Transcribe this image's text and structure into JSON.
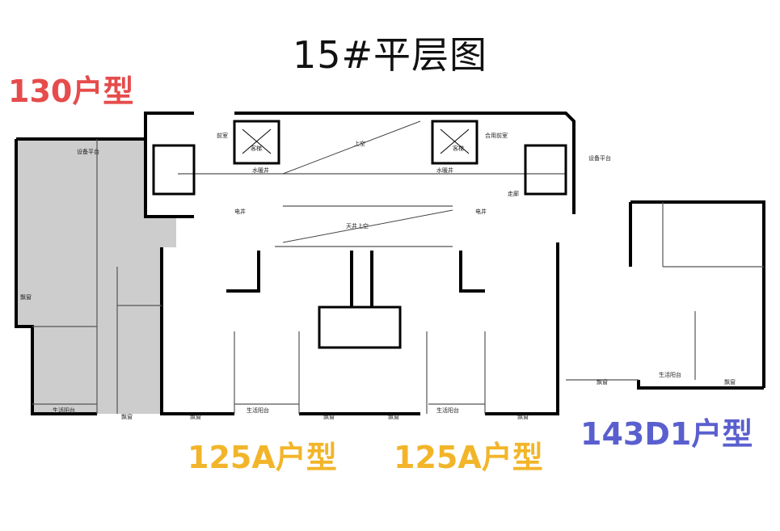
{
  "title": "15#平层图",
  "units": [
    {
      "id": "unit-130",
      "label": "130户型",
      "color": "#e64c4c"
    },
    {
      "id": "unit-125a-left",
      "label": "125A户型",
      "color": "#f2b52a"
    },
    {
      "id": "unit-125a-right",
      "label": "125A户型",
      "color": "#f2b52a"
    },
    {
      "id": "unit-143d1",
      "label": "143D1户型",
      "color": "#5a5fcf"
    }
  ],
  "highlight_color": "#cdcdcd",
  "rooms": {
    "equipment_platform": "设备平台",
    "bay_window": "飘窗",
    "living_balcony": "生活阳台",
    "front_room": "前室",
    "shared_front_room": "合用前室",
    "elevator": "客梯",
    "water_well": "水暖井",
    "void_top": "上空",
    "courtyard_void": "天井上空",
    "electric_well": "电井",
    "corridor": "走廊"
  }
}
